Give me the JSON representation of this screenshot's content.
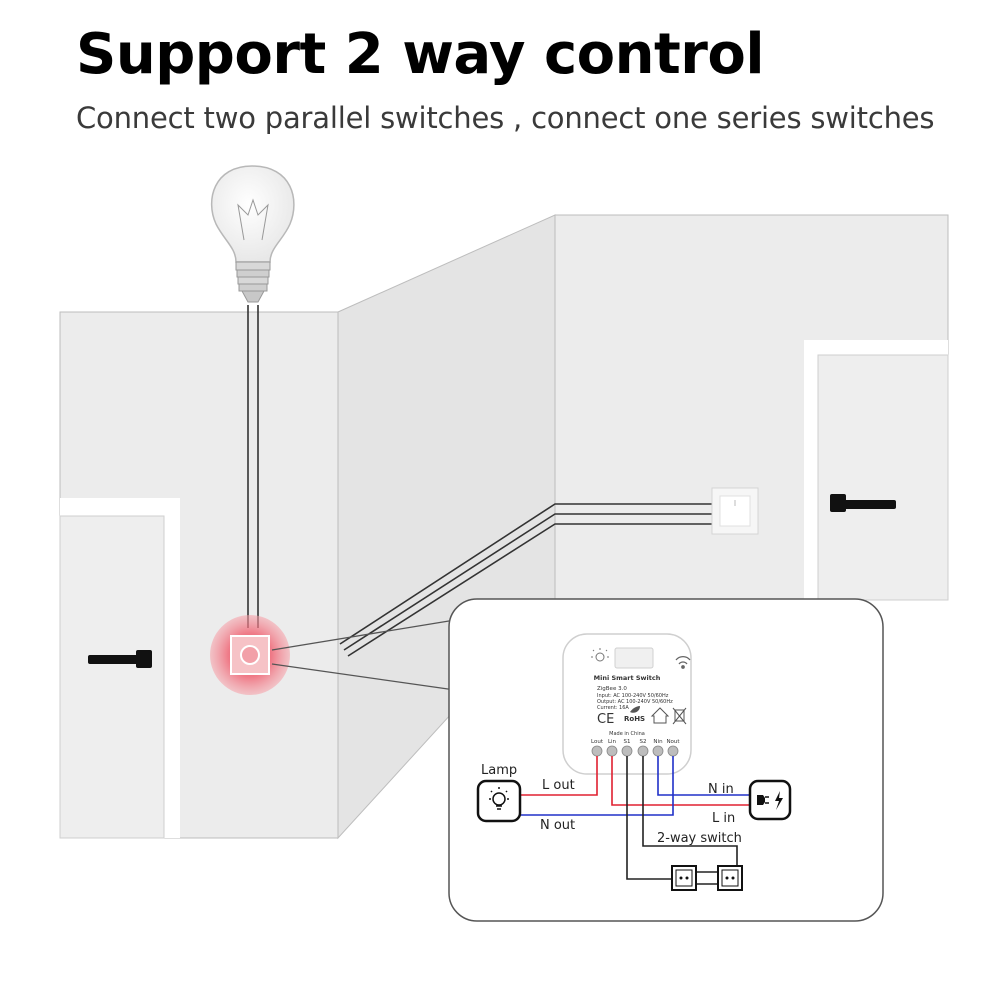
{
  "header": {
    "title": "Support 2 way control",
    "subtitle": "Connect two parallel switches , connect one series switches"
  },
  "device": {
    "name": "Mini Smart Switch",
    "protocol": "ZigBee 3.0",
    "input": "Input: AC 100-240V  50/60Hz",
    "output": "Output: AC 100-240V  50/60Hz",
    "current": "Current: 16A",
    "origin": "Made in China",
    "marks": [
      "CE",
      "RoHS"
    ],
    "icons": [
      "light-icon",
      "wifi-icon",
      "leaf-icon",
      "home-icon",
      "weee-bin-icon"
    ],
    "terminals": [
      "Lout",
      "Lin",
      "S1",
      "S2",
      "Nin",
      "Nout"
    ]
  },
  "wiring": {
    "lamp_label": "Lamp",
    "l_out": "L out",
    "n_out": "N out",
    "n_in": "N in",
    "l_in": "L in",
    "two_way": "2-way switch"
  },
  "colors": {
    "live_wire": "#e02030",
    "neutral_wire": "#2030c8",
    "switch_wire": "#222222",
    "highlight": "#f07878"
  }
}
